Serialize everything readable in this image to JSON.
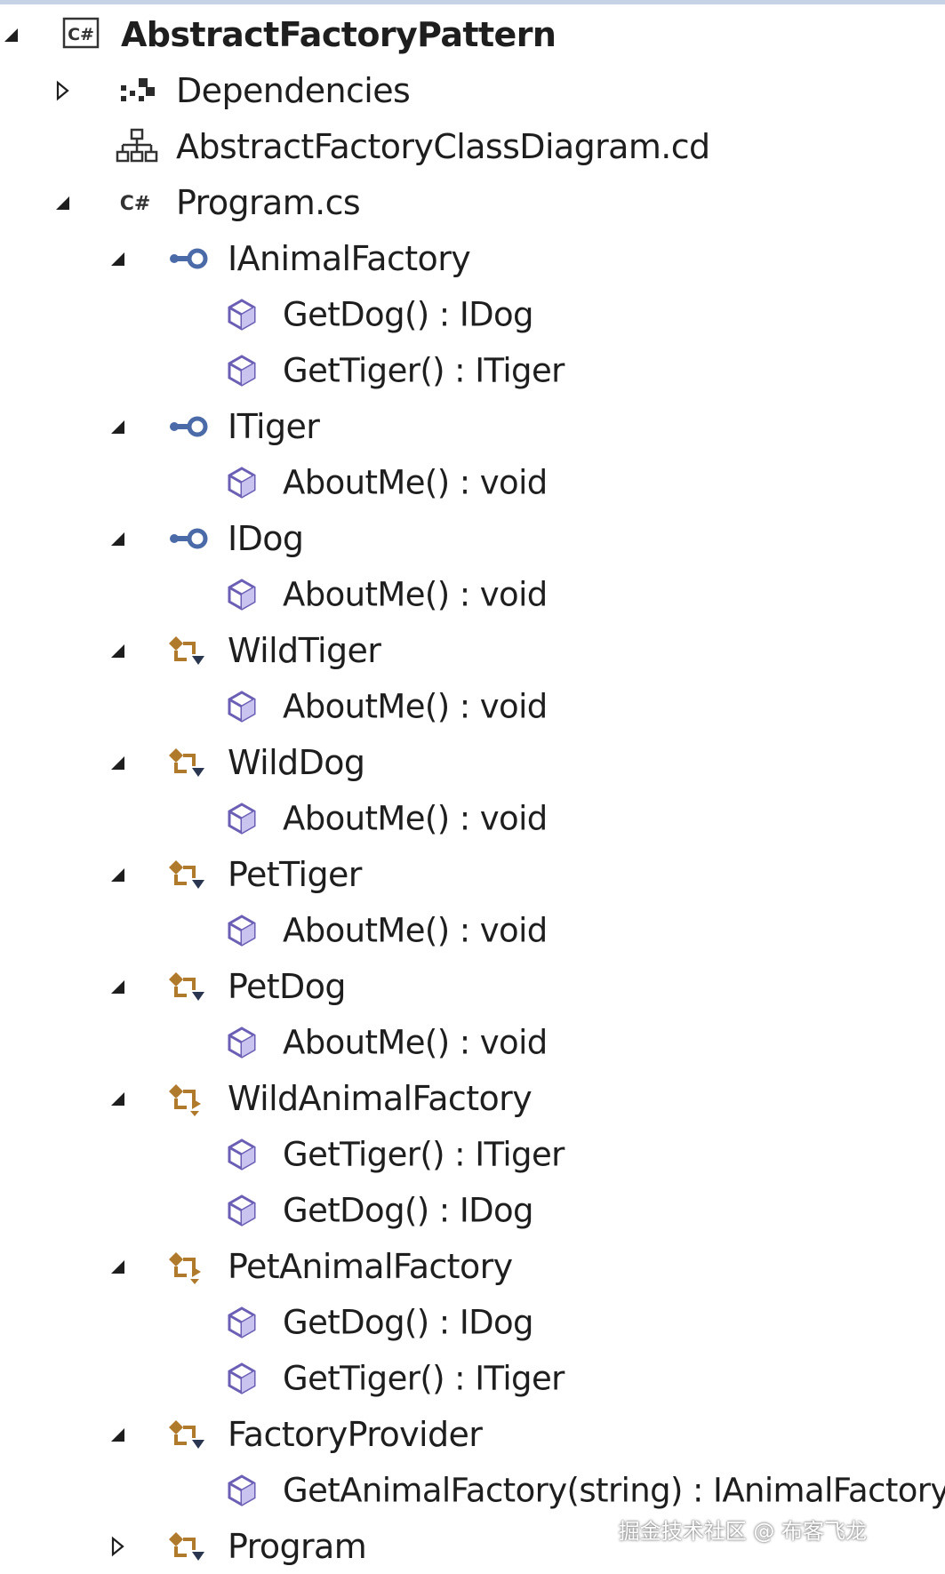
{
  "tree": {
    "project": {
      "label": "AbstractFactoryPattern",
      "icon": "csharp-project-icon",
      "expanded": true
    },
    "dependencies": {
      "label": "Dependencies",
      "icon": "dependencies-icon",
      "expanded": false
    },
    "class_diagram": {
      "label": "AbstractFactoryClassDiagram.cd",
      "icon": "class-diagram-icon"
    },
    "program_file": {
      "label": "Program.cs",
      "icon": "csharp-file-icon",
      "expanded": true
    },
    "types": [
      {
        "label": "IAnimalFactory",
        "kind": "interface",
        "icon": "interface-icon",
        "expanded": true,
        "members": [
          "GetDog() : IDog",
          "GetTiger() : ITiger"
        ]
      },
      {
        "label": "ITiger",
        "kind": "interface",
        "icon": "interface-icon",
        "expanded": true,
        "members": [
          "AboutMe() : void"
        ]
      },
      {
        "label": "IDog",
        "kind": "interface",
        "icon": "interface-icon",
        "expanded": true,
        "members": [
          "AboutMe() : void"
        ]
      },
      {
        "label": "WildTiger",
        "kind": "class",
        "icon": "class-icon",
        "expanded": true,
        "members": [
          "AboutMe() : void"
        ]
      },
      {
        "label": "WildDog",
        "kind": "class",
        "icon": "class-icon",
        "expanded": true,
        "members": [
          "AboutMe() : void"
        ]
      },
      {
        "label": "PetTiger",
        "kind": "class",
        "icon": "class-icon",
        "expanded": true,
        "members": [
          "AboutMe() : void"
        ]
      },
      {
        "label": "PetDog",
        "kind": "class",
        "icon": "class-icon",
        "expanded": true,
        "members": [
          "AboutMe() : void"
        ]
      },
      {
        "label": "WildAnimalFactory",
        "kind": "class-derived",
        "icon": "derived-class-icon",
        "expanded": true,
        "members": [
          "GetTiger() : ITiger",
          "GetDog() : IDog"
        ]
      },
      {
        "label": "PetAnimalFactory",
        "kind": "class-derived",
        "icon": "derived-class-icon",
        "expanded": true,
        "members": [
          "GetDog() : IDog",
          "GetTiger() : ITiger"
        ]
      },
      {
        "label": "FactoryProvider",
        "kind": "class",
        "icon": "class-icon",
        "expanded": true,
        "members": [
          "GetAnimalFactory(string) : IAnimalFactory"
        ]
      },
      {
        "label": "Program",
        "kind": "class",
        "icon": "class-icon",
        "expanded": false,
        "members": []
      }
    ]
  },
  "watermark": "掘金技术社区 @ 布客飞龙",
  "colors": {
    "interface": "#4a6aa8",
    "class": "#b07a2c",
    "method": "#6a5fb4",
    "arrow": "#1e1e1e"
  }
}
